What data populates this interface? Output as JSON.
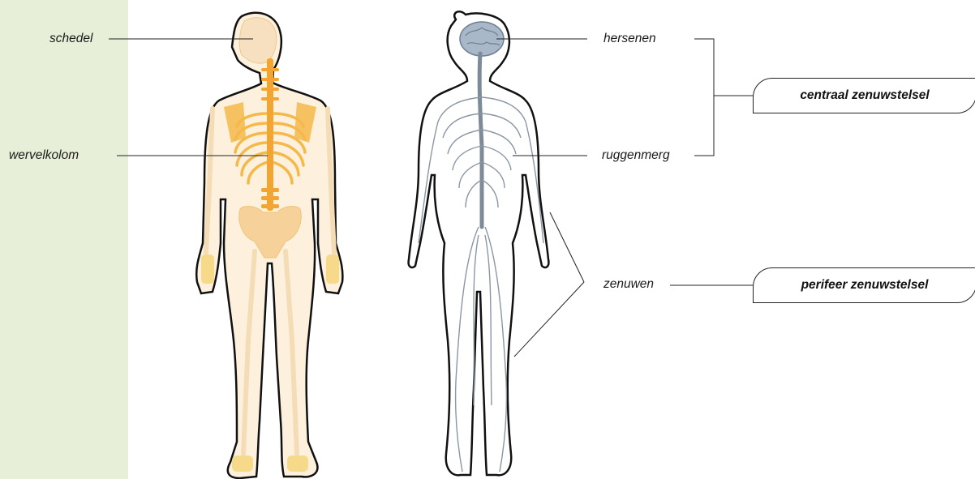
{
  "labels": {
    "skull": "schedel",
    "spine": "wervelkolom",
    "brain": "hersenen",
    "spinal_cord": "ruggenmerg",
    "nerves": "zenuwen"
  },
  "categories": {
    "central": "centraal zenuwstelsel",
    "peripheral": "perifeer zenuwstelsel"
  },
  "colors": {
    "sidebar": "#e8efd9",
    "skin": "#fdf0dc",
    "bone": "#f6d7a8",
    "spine": "#f3a531",
    "nerve": "#8a96a3",
    "brain": "#a9b8c9"
  }
}
